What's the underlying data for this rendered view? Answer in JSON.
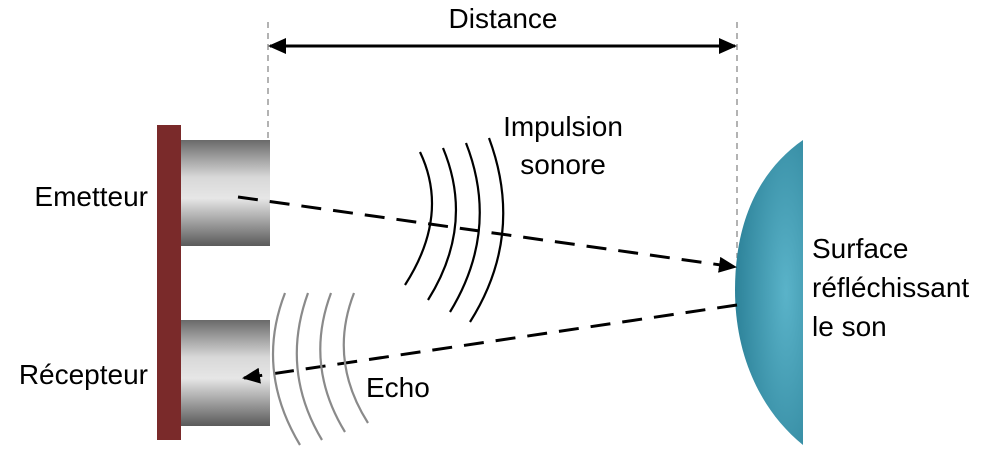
{
  "labels": {
    "distance": "Distance",
    "pulse_line1": "Impulsion",
    "pulse_line2": "sonore",
    "emitter": "Emetteur",
    "receiver": "Récepteur",
    "echo": "Echo",
    "surface_line1": "Surface",
    "surface_line2": "réfléchissant",
    "surface_line3": "le son"
  },
  "colors": {
    "mount": "#7a2a2a",
    "transducer_light": "#e2e2e2",
    "transducer_dark": "#5e5e5e",
    "surface_light": "#5ab3c9",
    "surface_dark": "#2a7f96",
    "pulse_waves": "#000000",
    "echo_waves": "#8a8a8a",
    "arrows": "#000000",
    "guides": "#9a9a9a"
  }
}
